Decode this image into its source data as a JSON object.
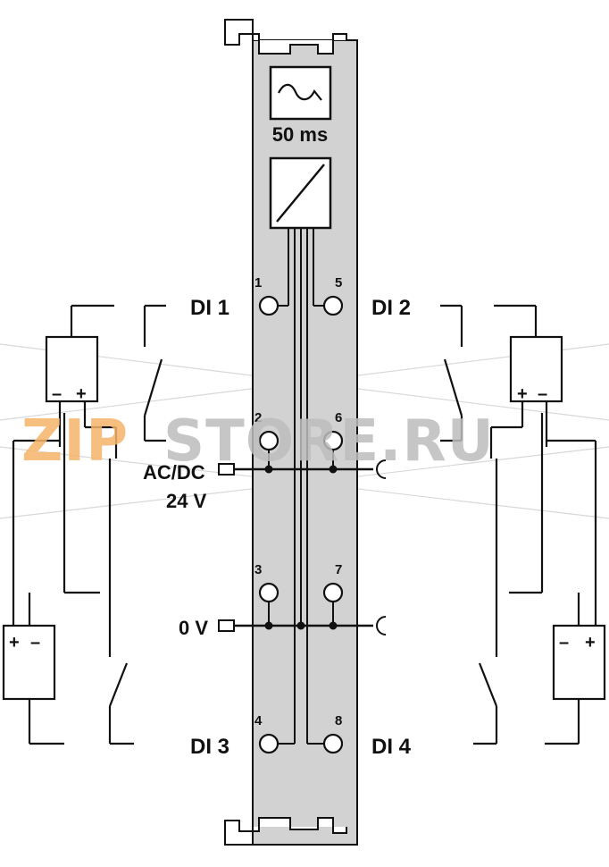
{
  "module": {
    "filter_time": "50 ms",
    "terminal_numbers": [
      "1",
      "2",
      "3",
      "4",
      "5",
      "6",
      "7",
      "8"
    ]
  },
  "inputs": {
    "di1": "DI 1",
    "di2": "DI 2",
    "di3": "DI 3",
    "di4": "DI 4"
  },
  "supply": {
    "acdc_line1": "AC/DC",
    "acdc_line2": "24 V",
    "zero": "0 V"
  },
  "watermark": {
    "part_orange": "ZIP",
    "part_grey": "STORE.RU"
  },
  "colors": {
    "module_fill": "#d2d2d2",
    "line": "#111111",
    "watermark_orange": "#f5b56b",
    "watermark_grey": "#bdbdbd"
  }
}
